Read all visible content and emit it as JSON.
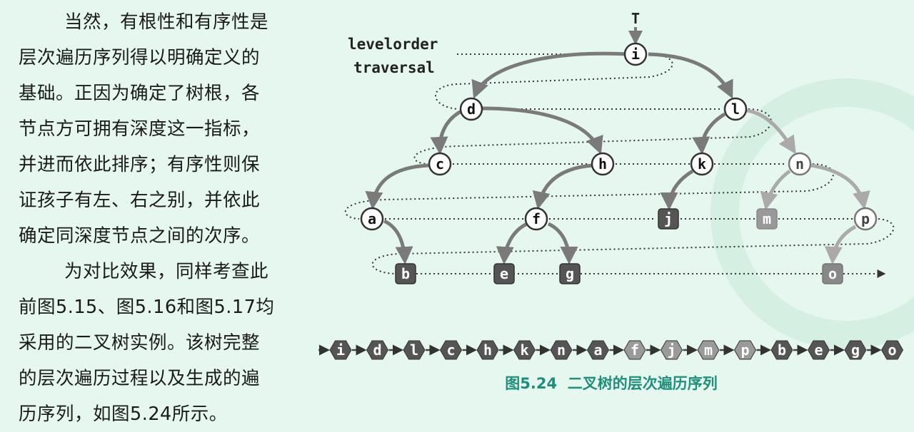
{
  "paragraph1": [
    "当然，有根性和有序性是",
    "层次遍历序列得以明确定义的",
    "基础。正因为确定了树根，各",
    "节点方可拥有深度这一指标，",
    "并进而依此排序；有序性则保",
    "证孩子有左、右之别，并依此",
    "确定同深度节点之间的次序。"
  ],
  "paragraph2": [
    "为对比效果，同样考查此",
    "前图5.15、图5.16和图5.17均",
    "采用的二叉树实例。该树完整",
    "的层次遍历过程以及生成的遍",
    "历序列，如图5.24所示。"
  ],
  "diagram": {
    "root_pointer_label": "T",
    "traversal_label_line1": "levelorder",
    "traversal_label_line2": "traversal",
    "caption": "图5.24  二叉树的层次遍历序列",
    "sequence": [
      "i",
      "d",
      "l",
      "c",
      "h",
      "k",
      "n",
      "a",
      "f",
      "j",
      "m",
      "p",
      "b",
      "e",
      "g",
      "o"
    ]
  },
  "colors": {
    "background": "#e6f7ef",
    "node_fill": "#ffffff",
    "node_stroke": "#333333",
    "leaf_fill": "#555555",
    "edge": "#7a7a7a",
    "faded": "#aaaaaa",
    "caption": "#1f8f7a"
  }
}
